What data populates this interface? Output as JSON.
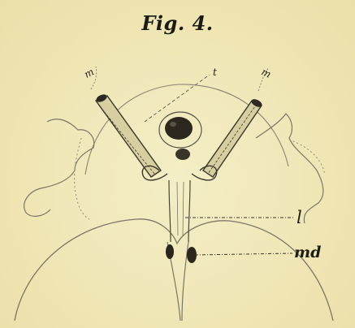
{
  "figure": {
    "caption": "Fig. 4.",
    "labels": {
      "l": "l",
      "md": "md",
      "t": "t",
      "m_left": "m",
      "m_right": "m"
    }
  },
  "colors": {
    "paper": "#f0e8b8",
    "ink": "#1e1c16",
    "outline": "#7a7568"
  }
}
